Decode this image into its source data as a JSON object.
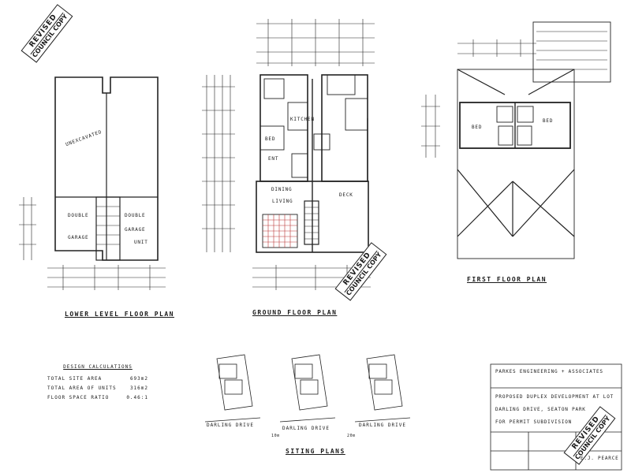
{
  "stamps": {
    "top_left": {
      "line1": "REVISED",
      "line2": "COUNCIL COPY"
    },
    "mid": {
      "line1": "REVISED",
      "line2": "COUNCIL COPY"
    },
    "bottom_right": {
      "line1": "REVISED",
      "line2": "COUNCIL COPY"
    }
  },
  "lower_level": {
    "title": "LOWER LEVEL FLOOR PLAN",
    "labels": {
      "unexcavated": "UNEXCAVATED",
      "unit_a": "DOUBLE",
      "unit_b": "GARAGE",
      "unit_c": "DOUBLE",
      "unit_d": "GARAGE",
      "unit_e": "UNIT"
    }
  },
  "ground_floor": {
    "title": "GROUND FLOOR PLAN",
    "labels": {
      "living": "LIVING",
      "dining": "DINING",
      "kitchen": "KITCHEN",
      "bed": "BED",
      "ent": "ENT",
      "deck": "DECK"
    }
  },
  "first_floor": {
    "title": "FIRST FLOOR PLAN",
    "labels": {
      "bed1": "BED",
      "bed2": "BED"
    }
  },
  "design_calcs": {
    "heading": "DESIGN CALCULATIONS",
    "rows": [
      {
        "label": "TOTAL SITE AREA",
        "value": "693m2"
      },
      {
        "label": "TOTAL AREA OF UNITS",
        "value": "316m2"
      },
      {
        "label": "FLOOR SPACE RATIO",
        "value": "0.46:1"
      }
    ]
  },
  "siting": {
    "title": "SITING PLANS",
    "streets": [
      "DARLING DRIVE",
      "DARLING DRIVE",
      "DARLING DRIVE"
    ],
    "notes": [
      "10m",
      "20m"
    ]
  },
  "title_block": {
    "project": "PROPOSED DUPLEX DEVELOPMENT AT LOT",
    "address": "DARLING DRIVE, SEATON PARK",
    "subtitle": "FOR PERMIT SUBDIVISION",
    "office": "PARKES ENGINEERING + ASSOCIATES",
    "designer": "E.J. PEARCE"
  }
}
